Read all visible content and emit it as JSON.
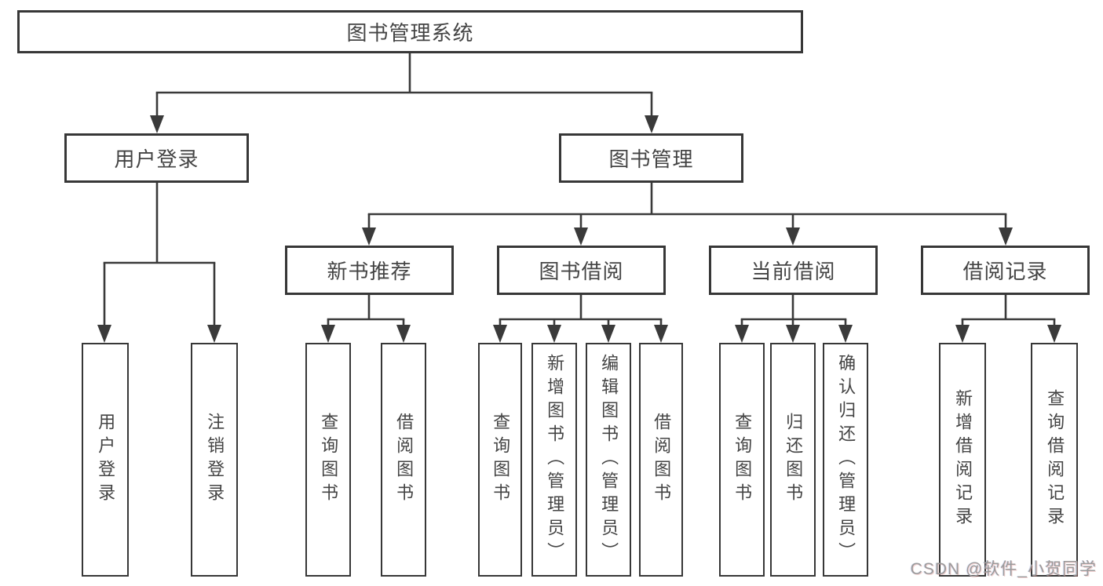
{
  "tree": {
    "label": "图书管理系统",
    "children": [
      {
        "label": "用户登录",
        "children": [
          {
            "label": "用户登录"
          },
          {
            "label": "注销登录"
          }
        ]
      },
      {
        "label": "图书管理",
        "children": [
          {
            "label": "新书推荐",
            "children": [
              {
                "label": "查询图书"
              },
              {
                "label": "借阅图书"
              }
            ]
          },
          {
            "label": "图书借阅",
            "children": [
              {
                "label": "查询图书"
              },
              {
                "label": "新增图书（管理员）"
              },
              {
                "label": "编辑图书（管理员）"
              },
              {
                "label": "借阅图书"
              }
            ]
          },
          {
            "label": "当前借阅",
            "children": [
              {
                "label": "查询图书"
              },
              {
                "label": "归还图书"
              },
              {
                "label": "确认归还（管理员）"
              }
            ]
          },
          {
            "label": "借阅记录",
            "children": [
              {
                "label": "新增借阅记录"
              },
              {
                "label": "查询借阅记录"
              }
            ]
          }
        ]
      }
    ]
  },
  "watermark": {
    "text": "CSDN @软件_小贺同学"
  },
  "colors": {
    "line": "#3a3a3a",
    "box_border": "#373737",
    "text": "#444444",
    "watermark": "#9b9b9b",
    "background": "#ffffff"
  }
}
